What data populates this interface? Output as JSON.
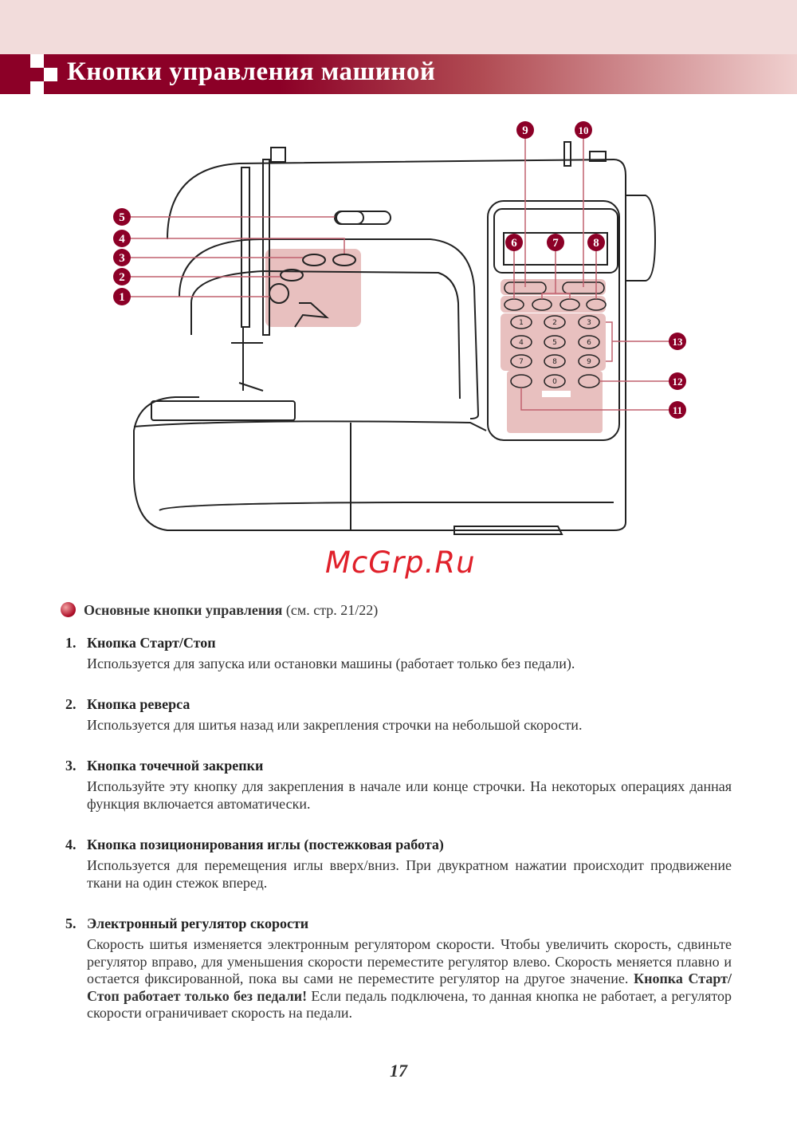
{
  "header": {
    "title": "Кнопки управления машиной"
  },
  "callouts": [
    "1",
    "2",
    "3",
    "4",
    "5",
    "6",
    "7",
    "8",
    "9",
    "10",
    "11",
    "12",
    "13"
  ],
  "keypad": [
    "1",
    "2",
    "3",
    "4",
    "5",
    "6",
    "7",
    "8",
    "9",
    "0"
  ],
  "watermark": "McGrp.Ru",
  "intro": {
    "bold": "Основные кнопки управления",
    "rest": " (см. стр. 21/22)"
  },
  "items": [
    {
      "num": "1.",
      "title": "Кнопка Старт/Стоп",
      "text": "Используется для запуска или остановки машины (работает только без педали)."
    },
    {
      "num": "2.",
      "title": "Кнопка реверса",
      "text": "Используется для шитья назад или закрепления строчки на небольшой скорости."
    },
    {
      "num": "3.",
      "title": "Кнопка точечной закрепки",
      "text": "Используйте эту кнопку для закрепления в начале или конце строчки. На некоторых операциях данная функция включается автоматически."
    },
    {
      "num": "4.",
      "title": "Кнопка позиционирования иглы (постежковая работа)",
      "text": "Используется для перемещения иглы вверх/вниз. При двукратном нажатии происходит продвижение ткани на один стежок вперед."
    },
    {
      "num": "5.",
      "title": "Электронный регулятор скорости",
      "text": "Скорость шитья изменяется электронным регулятором скорости. Чтобы увеличить скорость, сдвиньте регулятор вправо, для уменьшения скорости переместите регулятор влево. Скорость меняется плавно и остается фиксированной, пока вы сами не переместите регулятор на другое значение.",
      "bold": "Кнопка Старт/Стоп работает только без педали!",
      "tail": " Если педаль подключена, то данная кнопка не работает, а регулятор скорости ограничивает скорость на педали."
    }
  ],
  "page_number": "17",
  "colors": {
    "accent": "#8c0027",
    "highlight": "#e8c0bf"
  }
}
